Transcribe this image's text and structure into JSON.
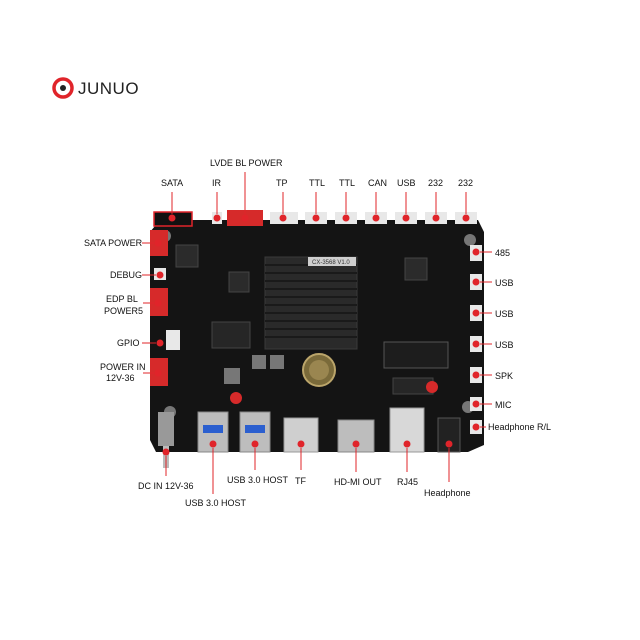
{
  "brand": {
    "name": "JUNUO"
  },
  "colors": {
    "accent": "#e0242a",
    "board": "#141414",
    "connector": "#d62a2a",
    "header": "#e8e8e8"
  },
  "labels": {
    "lvde_bl_power": "LVDE BL POWER",
    "sata": "SATA",
    "ir": "IR",
    "tp": "TP",
    "ttl1": "TTL",
    "ttl2": "TTL",
    "can": "CAN",
    "usb_top": "USB",
    "rs232_1": "232",
    "rs232_2": "232",
    "sata_power": "SATA POWER",
    "debug": "DEBUG",
    "edp_bl_power_line1": "EDP BL",
    "edp_bl_power_line2": "POWER5",
    "gpio": "GPIO",
    "power_in_line1": "POWER IN",
    "power_in_line2": "12V-36",
    "rs485": "485",
    "usb_r1": "USB",
    "usb_r2": "USB",
    "usb_r3": "USB",
    "spk": "SPK",
    "mic": "MIC",
    "headphone_rl": "Headphone R/L",
    "dc_in": "DC IN 12V-36",
    "usb30_host_1": "USB 3.0 HOST",
    "usb30_host_2": "USB 3.0 HOST",
    "tf": "TF",
    "hdmi_out": "HD-MI OUT",
    "rj45": "RJ45",
    "headphone": "Headphone"
  },
  "board_marking": "CX-3568 V1.0"
}
